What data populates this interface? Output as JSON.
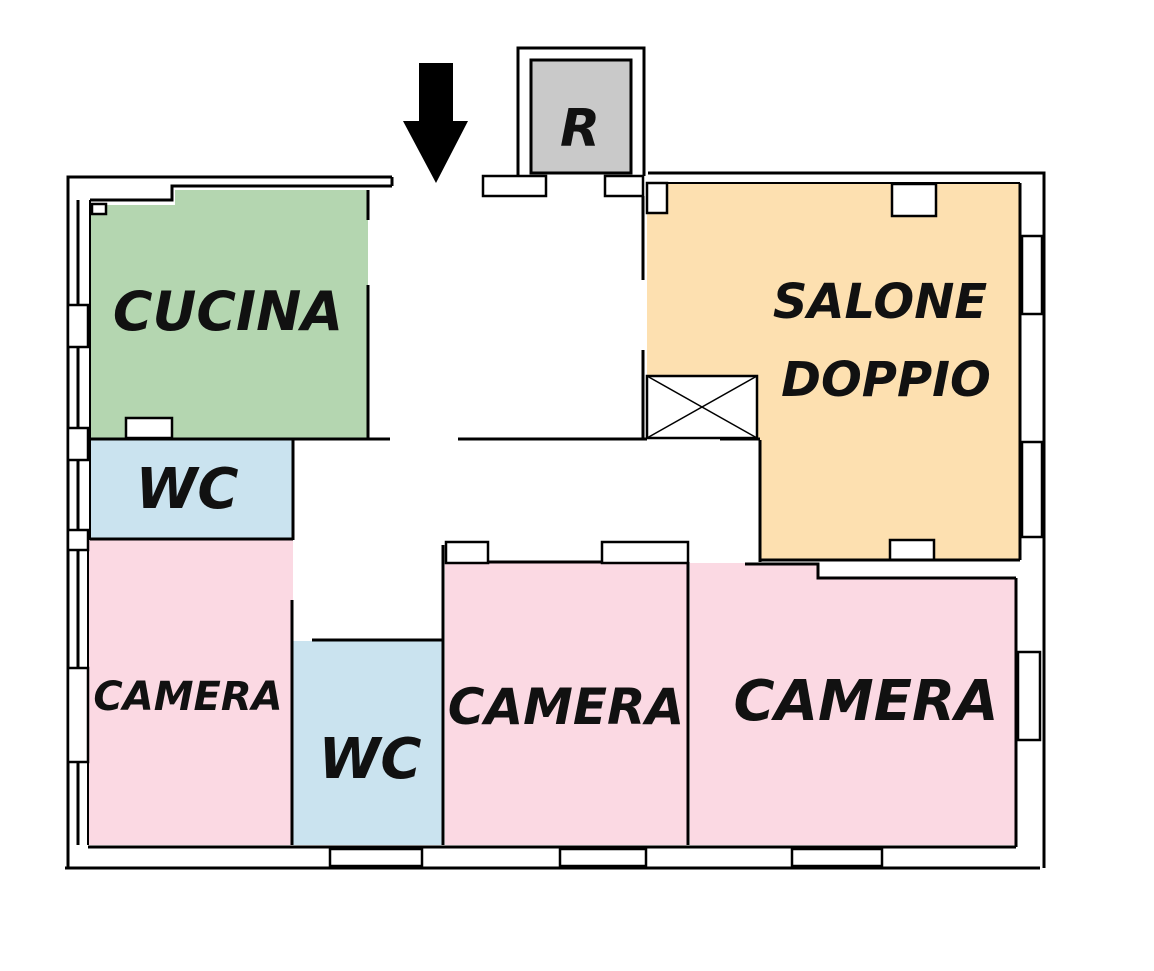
{
  "plan": {
    "colors": {
      "kitchen": "#b4d6b0",
      "bathroom": "#cae3ef",
      "bedroom": "#fbd9e3",
      "living": "#fde0b0",
      "storage": "#c9c9c9",
      "corridor": "#ffffff",
      "wall": "#000000"
    },
    "rooms": {
      "storage": {
        "label": "R"
      },
      "kitchen": {
        "label": "CUCINA"
      },
      "living": {
        "line1": "SALONE",
        "line2": "DOPPIO"
      },
      "wc_top": {
        "label": "WC"
      },
      "wc_bottom": {
        "label": "WC"
      },
      "bedroom_left": {
        "label": "CAMERA"
      },
      "bedroom_middle": {
        "label": "CAMERA"
      },
      "bedroom_right": {
        "label": "CAMERA"
      }
    },
    "entrance": {
      "icon": "arrow-down-icon"
    },
    "stairwell": {
      "icon": "cross-box-icon"
    }
  }
}
